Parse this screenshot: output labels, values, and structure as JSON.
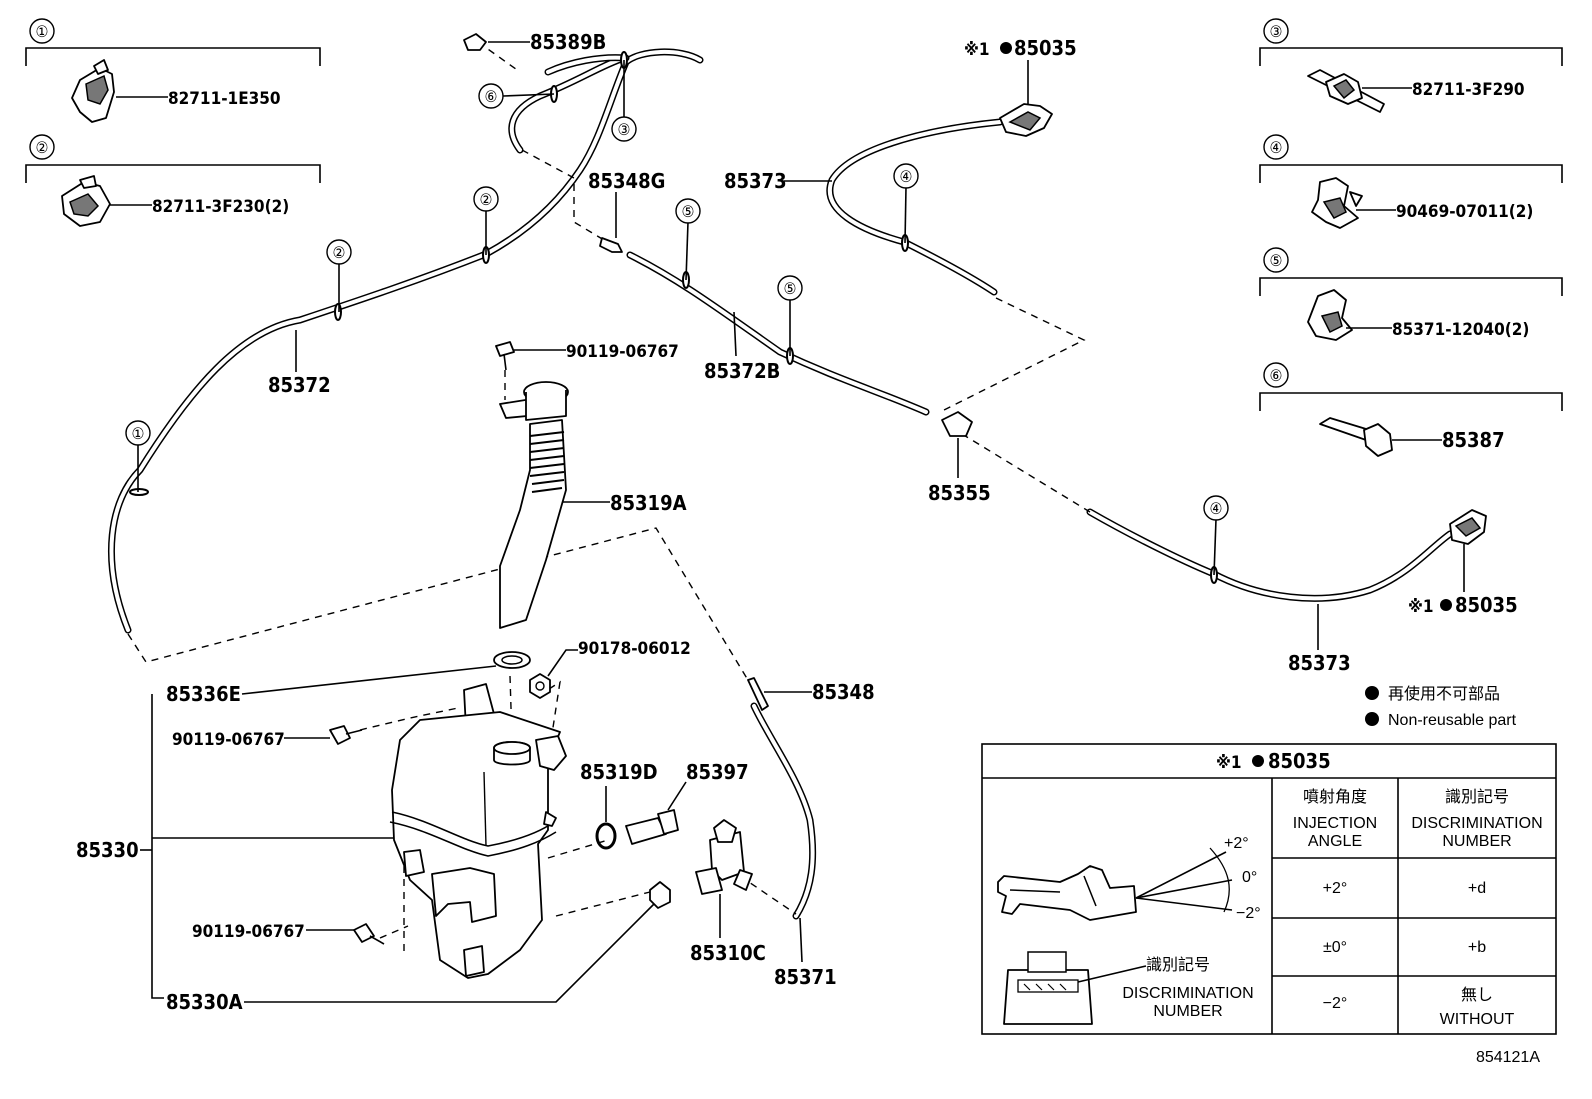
{
  "diagram_id": "854121A",
  "callout_keys": [
    {
      "num": "①",
      "part": "82711-1E350"
    },
    {
      "num": "②",
      "part": "82711-3F230(2)"
    },
    {
      "num": "③",
      "part": "82711-3F290"
    },
    {
      "num": "④",
      "part": "90469-07011(2)"
    },
    {
      "num": "⑤",
      "part": "85371-12040(2)"
    },
    {
      "num": "⑥",
      "part": "85387"
    }
  ],
  "labels": {
    "p85389B": "85389B",
    "p85348G": "85348G",
    "p85373_top": "85373",
    "p85035_top_mark": "※1",
    "p85035_top": "85035",
    "p85372": "85372",
    "p85372B": "85372B",
    "p90119_06767_top": "90119-06767",
    "p85319A": "85319A",
    "p85355": "85355",
    "p85035_right_mark": "※1",
    "p85035_right": "85035",
    "p85373_bottom": "85373",
    "p90178_06012": "90178-06012",
    "p85336E": "85336E",
    "p85348": "85348",
    "p90119_06767_mid": "90119-06767",
    "p85319D": "85319D",
    "p85397": "85397",
    "p85330": "85330",
    "p90119_06767_low": "90119-06767",
    "p85310C": "85310C",
    "p85371": "85371",
    "p85330A": "85330A"
  },
  "callouts": {
    "c1_top": "①",
    "c1_hose": "①",
    "c2_top": "②",
    "c2_hose_a": "②",
    "c2_hose_b": "②",
    "c3_top": "③",
    "c3_hose": "③",
    "c4_top": "④",
    "c4_hose_a": "④",
    "c4_hose_b": "④",
    "c5_top": "⑤",
    "c5_hose_a": "⑤",
    "c5_hose_b": "⑤",
    "c6_top": "⑥",
    "c6_hose": "⑥"
  },
  "legend": {
    "jp": "再使用不可部品",
    "en": "Non-reusable part"
  },
  "table": {
    "title_mark": "※1",
    "title_part": "85035",
    "col1_jp": "噴射角度",
    "col1_en_1": "INJECTION",
    "col1_en_2": "ANGLE",
    "col2_jp": "識別記号",
    "col2_en_1": "DISCRIMINATION",
    "col2_en_2": "NUMBER",
    "rows": [
      {
        "angle": "+2°",
        "mark": "+d"
      },
      {
        "angle": "±0°",
        "mark": "+b"
      },
      {
        "angle": "−2°",
        "mark_jp": "無し",
        "mark_en": "WITHOUT"
      }
    ],
    "angle_plus": "+2°",
    "angle_zero": "0°",
    "angle_minus": "−2°",
    "disc_jp": "識別記号",
    "disc_en_1": "DISCRIMINATION",
    "disc_en_2": "NUMBER"
  }
}
